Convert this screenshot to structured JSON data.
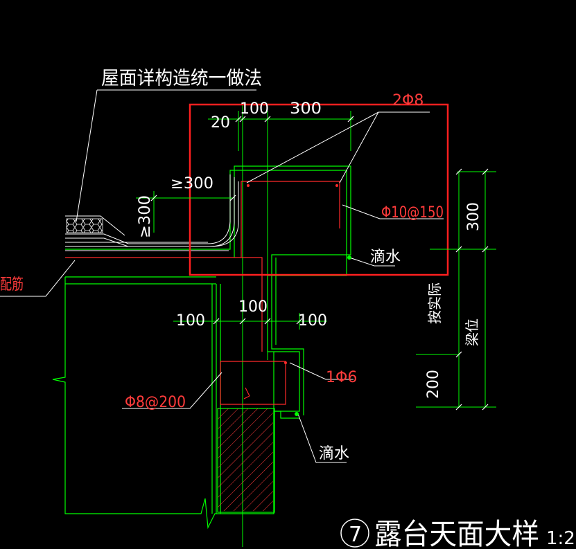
{
  "drawing": {
    "roof_callout": "屋面详构造统一做法",
    "dims": {
      "d20": "20",
      "d100_top": "100",
      "d300_top": "300",
      "d300_ge_h": "≥300",
      "d300_ge_v": "≥300",
      "d100_left": "100",
      "d100_mid": "100",
      "d100_right": "100",
      "d300_right": "300",
      "d200_right": "200",
      "as_built": "按实际",
      "beam_height": "梁位"
    },
    "rebar": {
      "top_bars": "2Φ8",
      "stirrup": "Φ10@150",
      "lower_bar": "1Φ6",
      "lower_stirrup": "Φ8@200",
      "left_bar": "配筋"
    },
    "labels": {
      "drip_upper": "滴水",
      "drip_lower": "滴水"
    },
    "title": {
      "number": "7",
      "text": "露台天面大样",
      "scale": "1:2"
    },
    "colors": {
      "background": "#000000",
      "outline": "#00ff00",
      "rebar": "#ff2a2a",
      "highlight_box": "#ff1f1f",
      "text": "#ffffff",
      "membrane": "#ffffff"
    }
  }
}
